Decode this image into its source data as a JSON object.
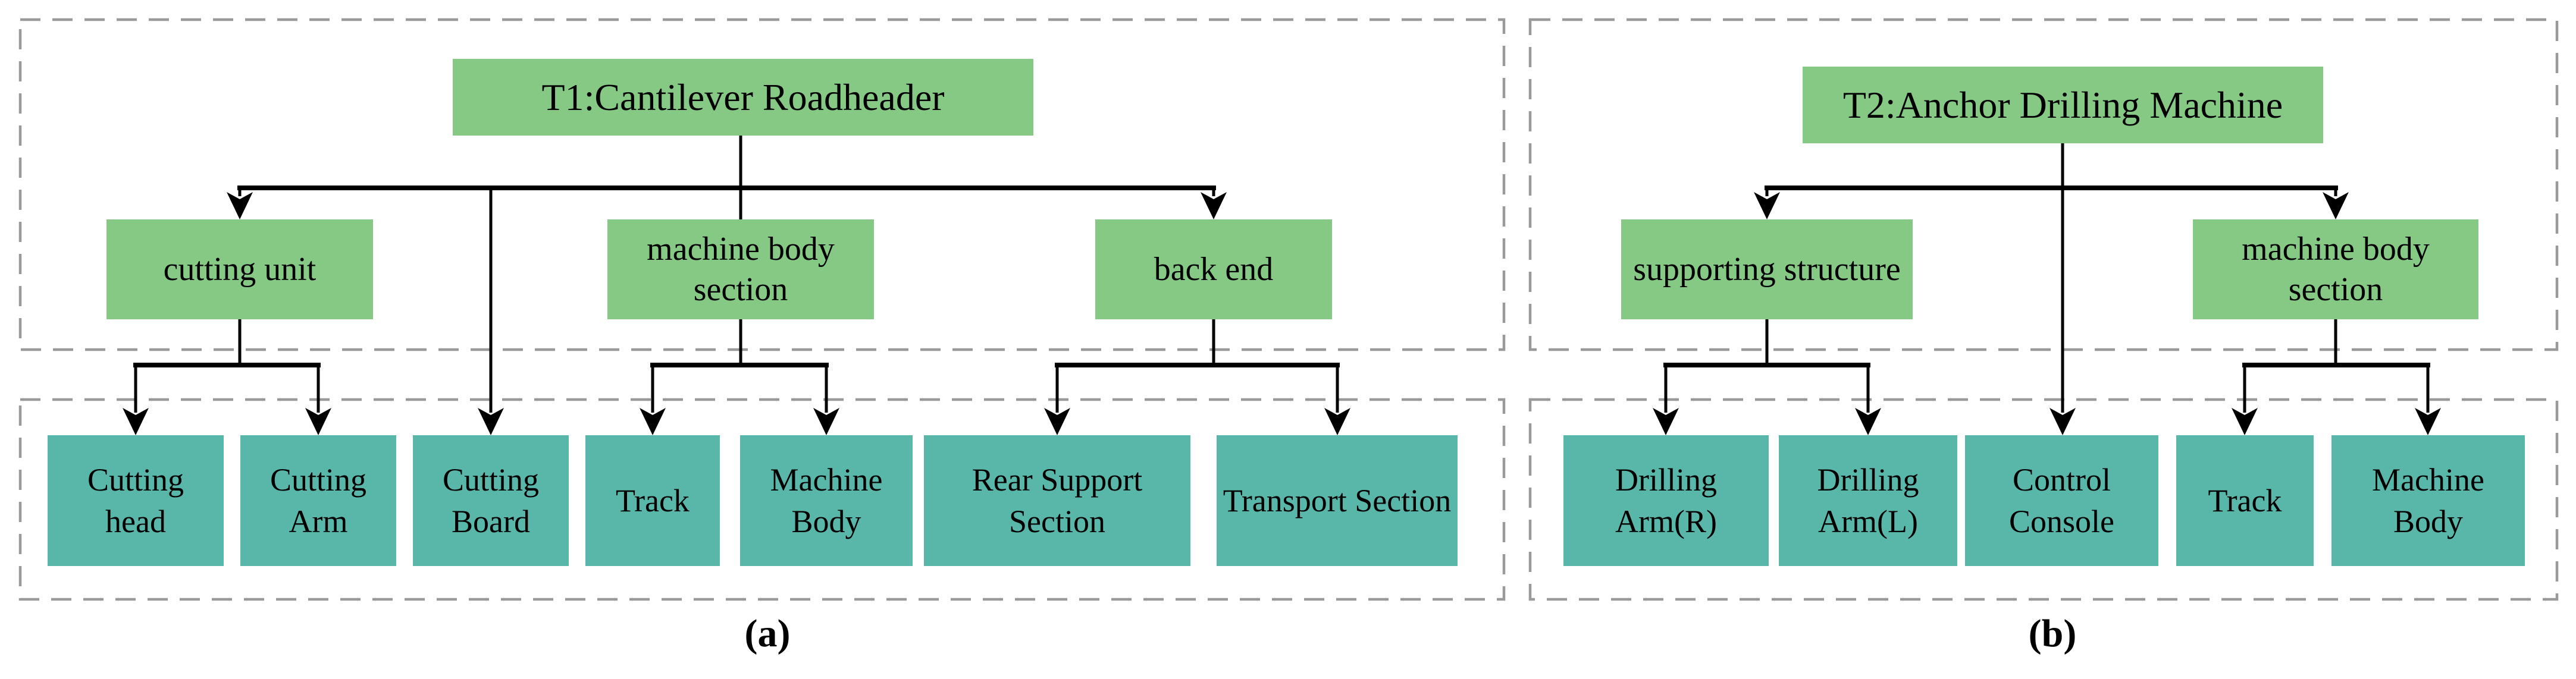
{
  "figure": {
    "panel_a": {
      "caption": "(a)",
      "root": {
        "label": "T1:Cantilever Roadheader"
      },
      "branches": [
        {
          "label": "cutting unit"
        },
        {
          "label": "machine body section"
        },
        {
          "label": "back end"
        }
      ],
      "leaves": [
        {
          "label": "Cutting head"
        },
        {
          "label": "Cutting Arm"
        },
        {
          "label": "Cutting Board"
        },
        {
          "label": "Track"
        },
        {
          "label": "Machine Body"
        },
        {
          "label": "Rear Support Section"
        },
        {
          "label": "Transport Section"
        }
      ]
    },
    "panel_b": {
      "caption": "(b)",
      "root": {
        "label": "T2:Anchor Drilling Machine"
      },
      "branches": [
        {
          "label": "supporting structure"
        },
        {
          "label": "machine body section"
        }
      ],
      "leaves": [
        {
          "label": "Drilling Arm(R)"
        },
        {
          "label": "Drilling Arm(L)"
        },
        {
          "label": "Control Console"
        },
        {
          "label": "Track"
        },
        {
          "label": "Machine Body"
        }
      ]
    },
    "colors": {
      "branch_green": "#85c985",
      "leaf_teal": "#58b7a8",
      "dash_gray": "#9a9a9a",
      "line_black": "#000000"
    }
  }
}
